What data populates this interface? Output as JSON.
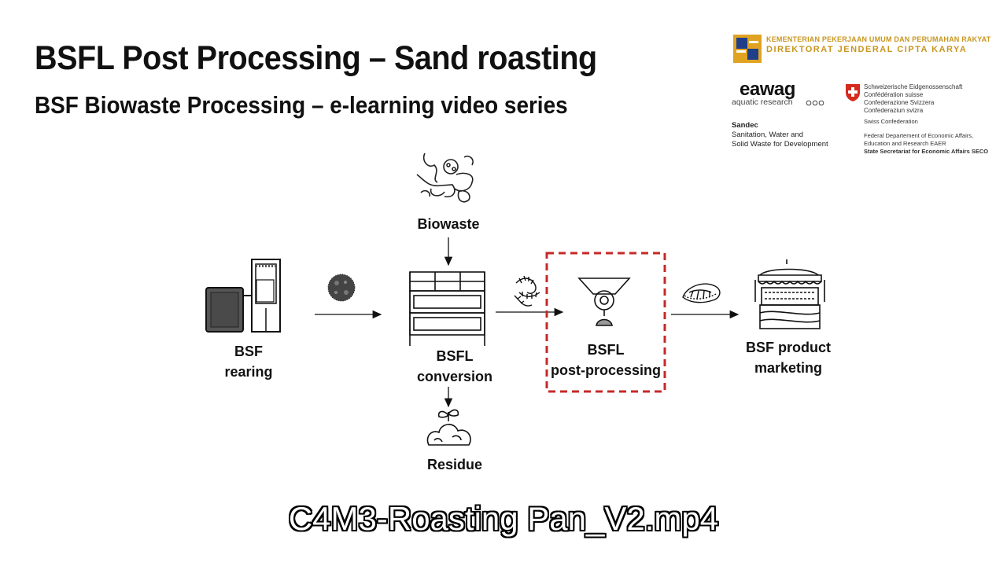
{
  "header": {
    "title": "BSFL Post Processing – Sand roasting",
    "subtitle": "BSF Biowaste Processing – e-learning video series"
  },
  "logos": {
    "ministry_line1": "KEMENTERIAN PEKERJAAN UMUM DAN PERUMAHAN RAKYAT",
    "ministry_line2": "DIREKTORAT JENDERAL CIPTA KARYA",
    "eawag_name": "eawag",
    "eawag_tagline": "aquatic research",
    "sandec_name": "Sandec",
    "sandec_line1": "Sanitation, Water and",
    "sandec_line2": "Solid Waste for Development",
    "swiss_lines": [
      "Schweizerische Eidgenossenschaft",
      "Confédération suisse",
      "Confederazione Svizzera",
      "Confederaziun svizra"
    ],
    "swiss_confed": "Swiss Confederation",
    "seco_line1": "Federal Departement of Economic Affairs,",
    "seco_line2": "Education and Research EAER",
    "seco_line3": "State Secretariat for Economic Affairs SECO"
  },
  "diagram": {
    "biowaste": "Biowaste",
    "rearing_line1": "BSF",
    "rearing_line2": "rearing",
    "conversion_line1": "BSFL",
    "conversion_line2": "conversion",
    "post_line1": "BSFL",
    "post_line2": "post-processing",
    "marketing_line1": "BSF product",
    "marketing_line2": "marketing",
    "residue": "Residue"
  },
  "caption": "C4M3-Roasting Pan_V2.mp4",
  "colors": {
    "highlight_dash": "#c62828",
    "ministry_yellow": "#e0a321",
    "swiss_red": "#d52b1e"
  }
}
